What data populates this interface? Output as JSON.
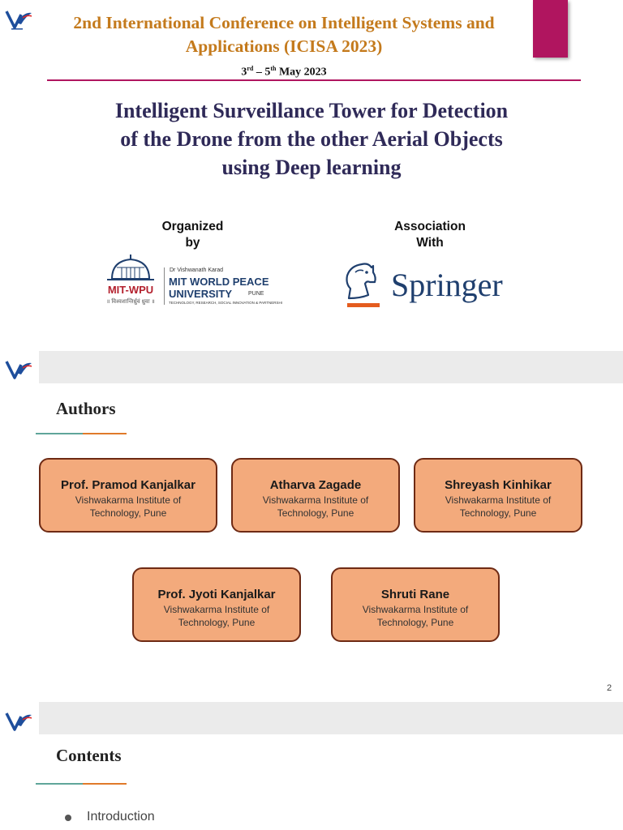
{
  "conference": {
    "title_line1": "2nd International Conference on Intelligent Systems and",
    "title_line2": "Applications (ICISA 2023)",
    "date_day1": "3",
    "date_sup1": "rd",
    "date_sep": " – 5",
    "date_sup2": "th",
    "date_rest": " May 2023"
  },
  "paper": {
    "title_line1": "Intelligent Surveillance Tower for Detection",
    "title_line2": "of the Drone from the other Aerial Objects",
    "title_line3": "using Deep learning"
  },
  "organizers": {
    "organized_line1": "Organized",
    "organized_line2": "by",
    "association_line1": "Association",
    "association_line2": "With",
    "wpu_abbrev": "MIT-WPU",
    "wpu_tagline": "॥ विश्वशान्तिर्ध्रुवं ध्रुवा ॥",
    "wpu_sub": "Dr Vishwanath Karad",
    "wpu_name_line1": "MIT WORLD PEACE",
    "wpu_name_line2": "UNIVERSITY",
    "wpu_city": "PUNE",
    "wpu_motto": "TECHNOLOGY, RESEARCH, SOCIAL INNOVATION & PARTNERSHIPS",
    "springer": "Springer"
  },
  "authors_section": {
    "heading": "Authors",
    "page_number": "2",
    "authors": [
      {
        "name": "Prof. Pramod Kanjalkar",
        "aff_line1": "Vishwakarma Institute of",
        "aff_line2": "Technology, Pune"
      },
      {
        "name": "Atharva Zagade",
        "aff_line1": "Vishwakarma Institute of",
        "aff_line2": "Technology, Pune"
      },
      {
        "name": "Shreyash Kinhikar",
        "aff_line1": "Vishwakarma Institute of",
        "aff_line2": "Technology, Pune"
      },
      {
        "name": "Prof. Jyoti Kanjalkar",
        "aff_line1": "Vishwakarma Institute of",
        "aff_line2": "Technology, Pune"
      },
      {
        "name": "Shruti Rane",
        "aff_line1": "Vishwakarma Institute of",
        "aff_line2": "Technology, Pune"
      }
    ]
  },
  "contents_section": {
    "heading": "Contents",
    "items": [
      "Introduction"
    ]
  },
  "colors": {
    "conference_title": "#c47a1c",
    "paper_title": "#2f2a58",
    "accent_pink": "#b0155f",
    "author_box": "#f3aa7c",
    "author_border": "#6e2a14",
    "banner": "#ebebeb",
    "springer_blue": "#1f3f6e",
    "springer_orange": "#e45c1e",
    "wpu_red": "#b3202d"
  }
}
